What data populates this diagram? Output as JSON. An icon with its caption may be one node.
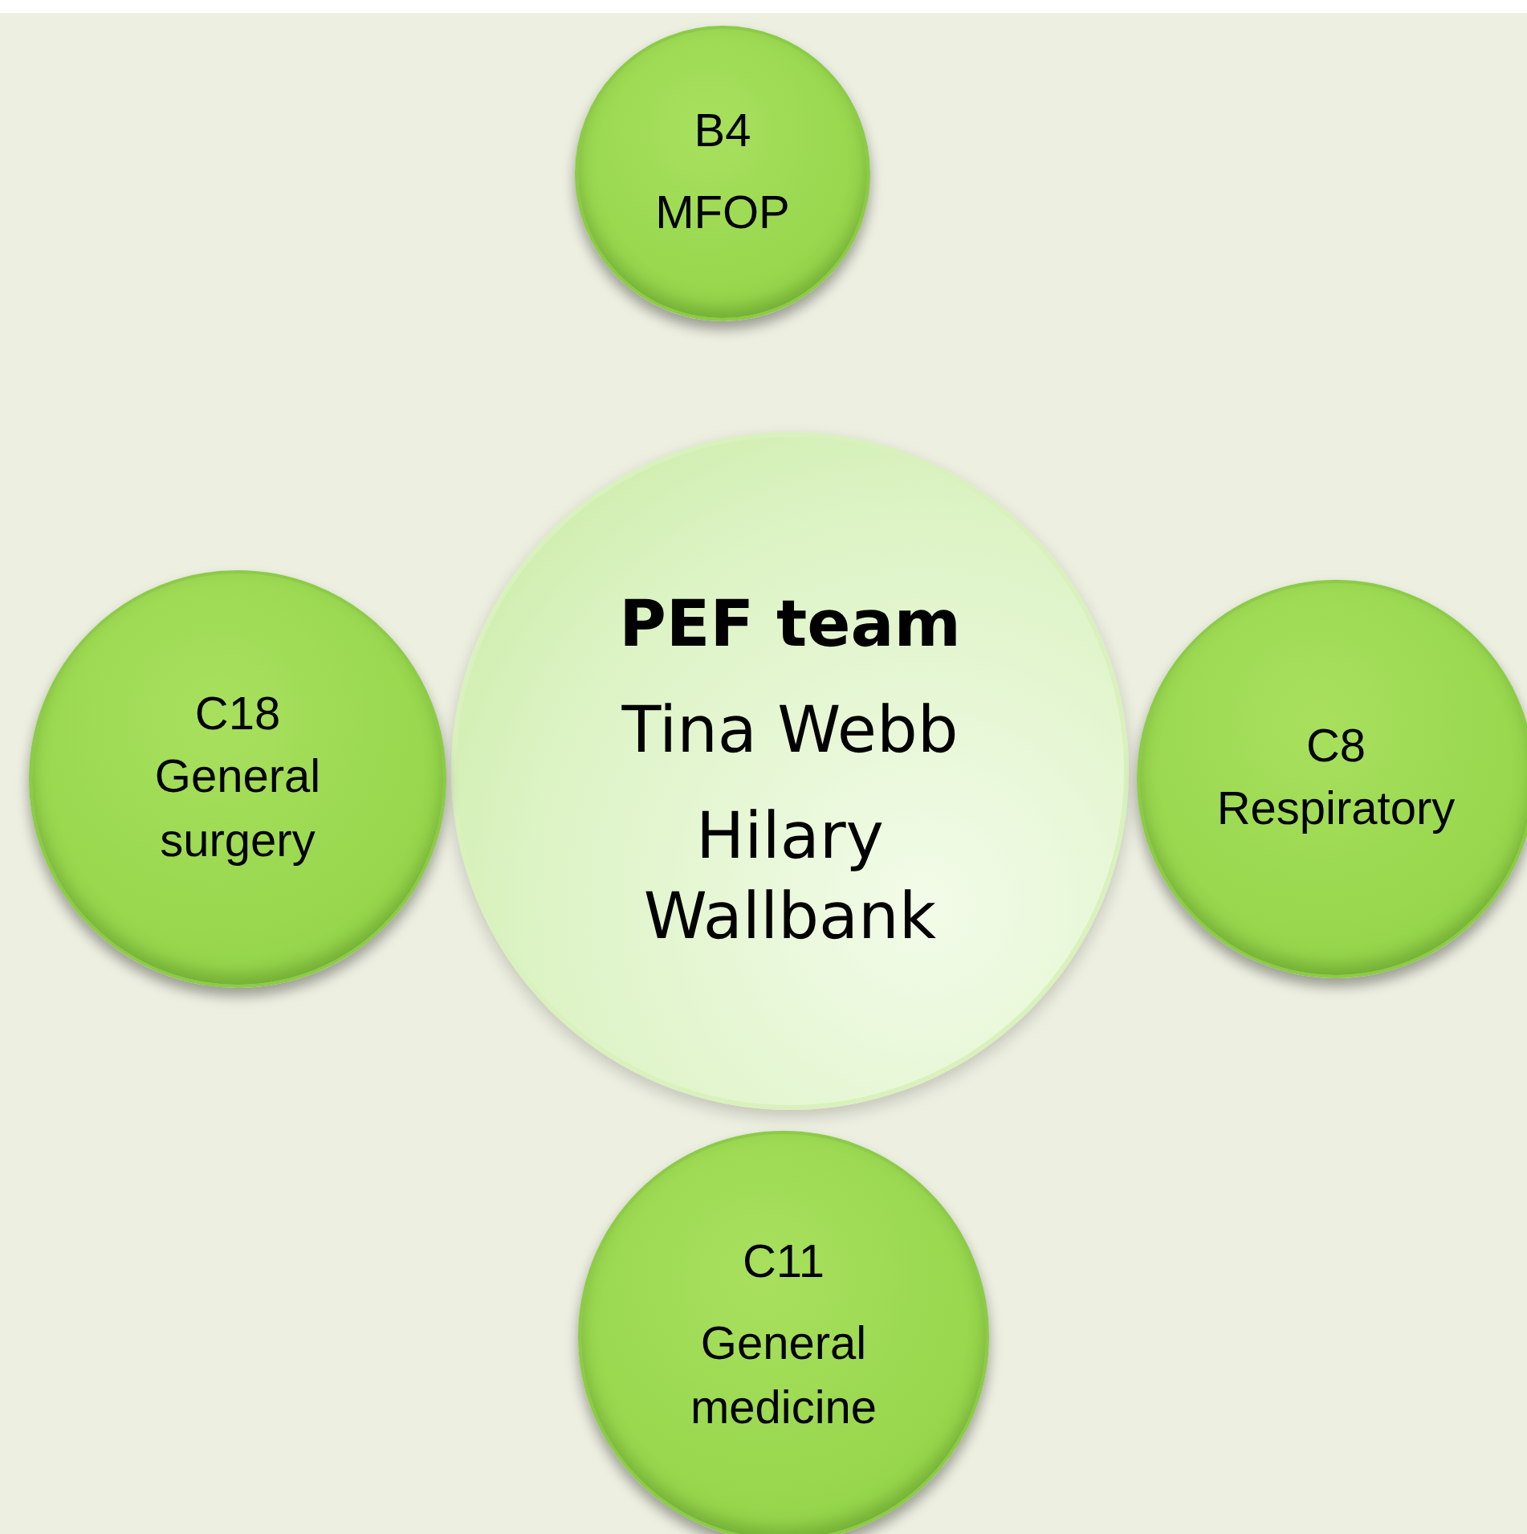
{
  "diagram": {
    "nodes": [
      {
        "text": [
          "B4",
          "MFOP"
        ]
      },
      {
        "text": [
          "PEF team",
          "Tina Webb",
          "Hilary Wallbank"
        ]
      },
      {
        "text": [
          "C18",
          "General surgery"
        ]
      },
      {
        "text": [
          "C8",
          "Respiratory"
        ]
      },
      {
        "text": [
          "C11",
          "General medicine"
        ]
      }
    ]
  }
}
